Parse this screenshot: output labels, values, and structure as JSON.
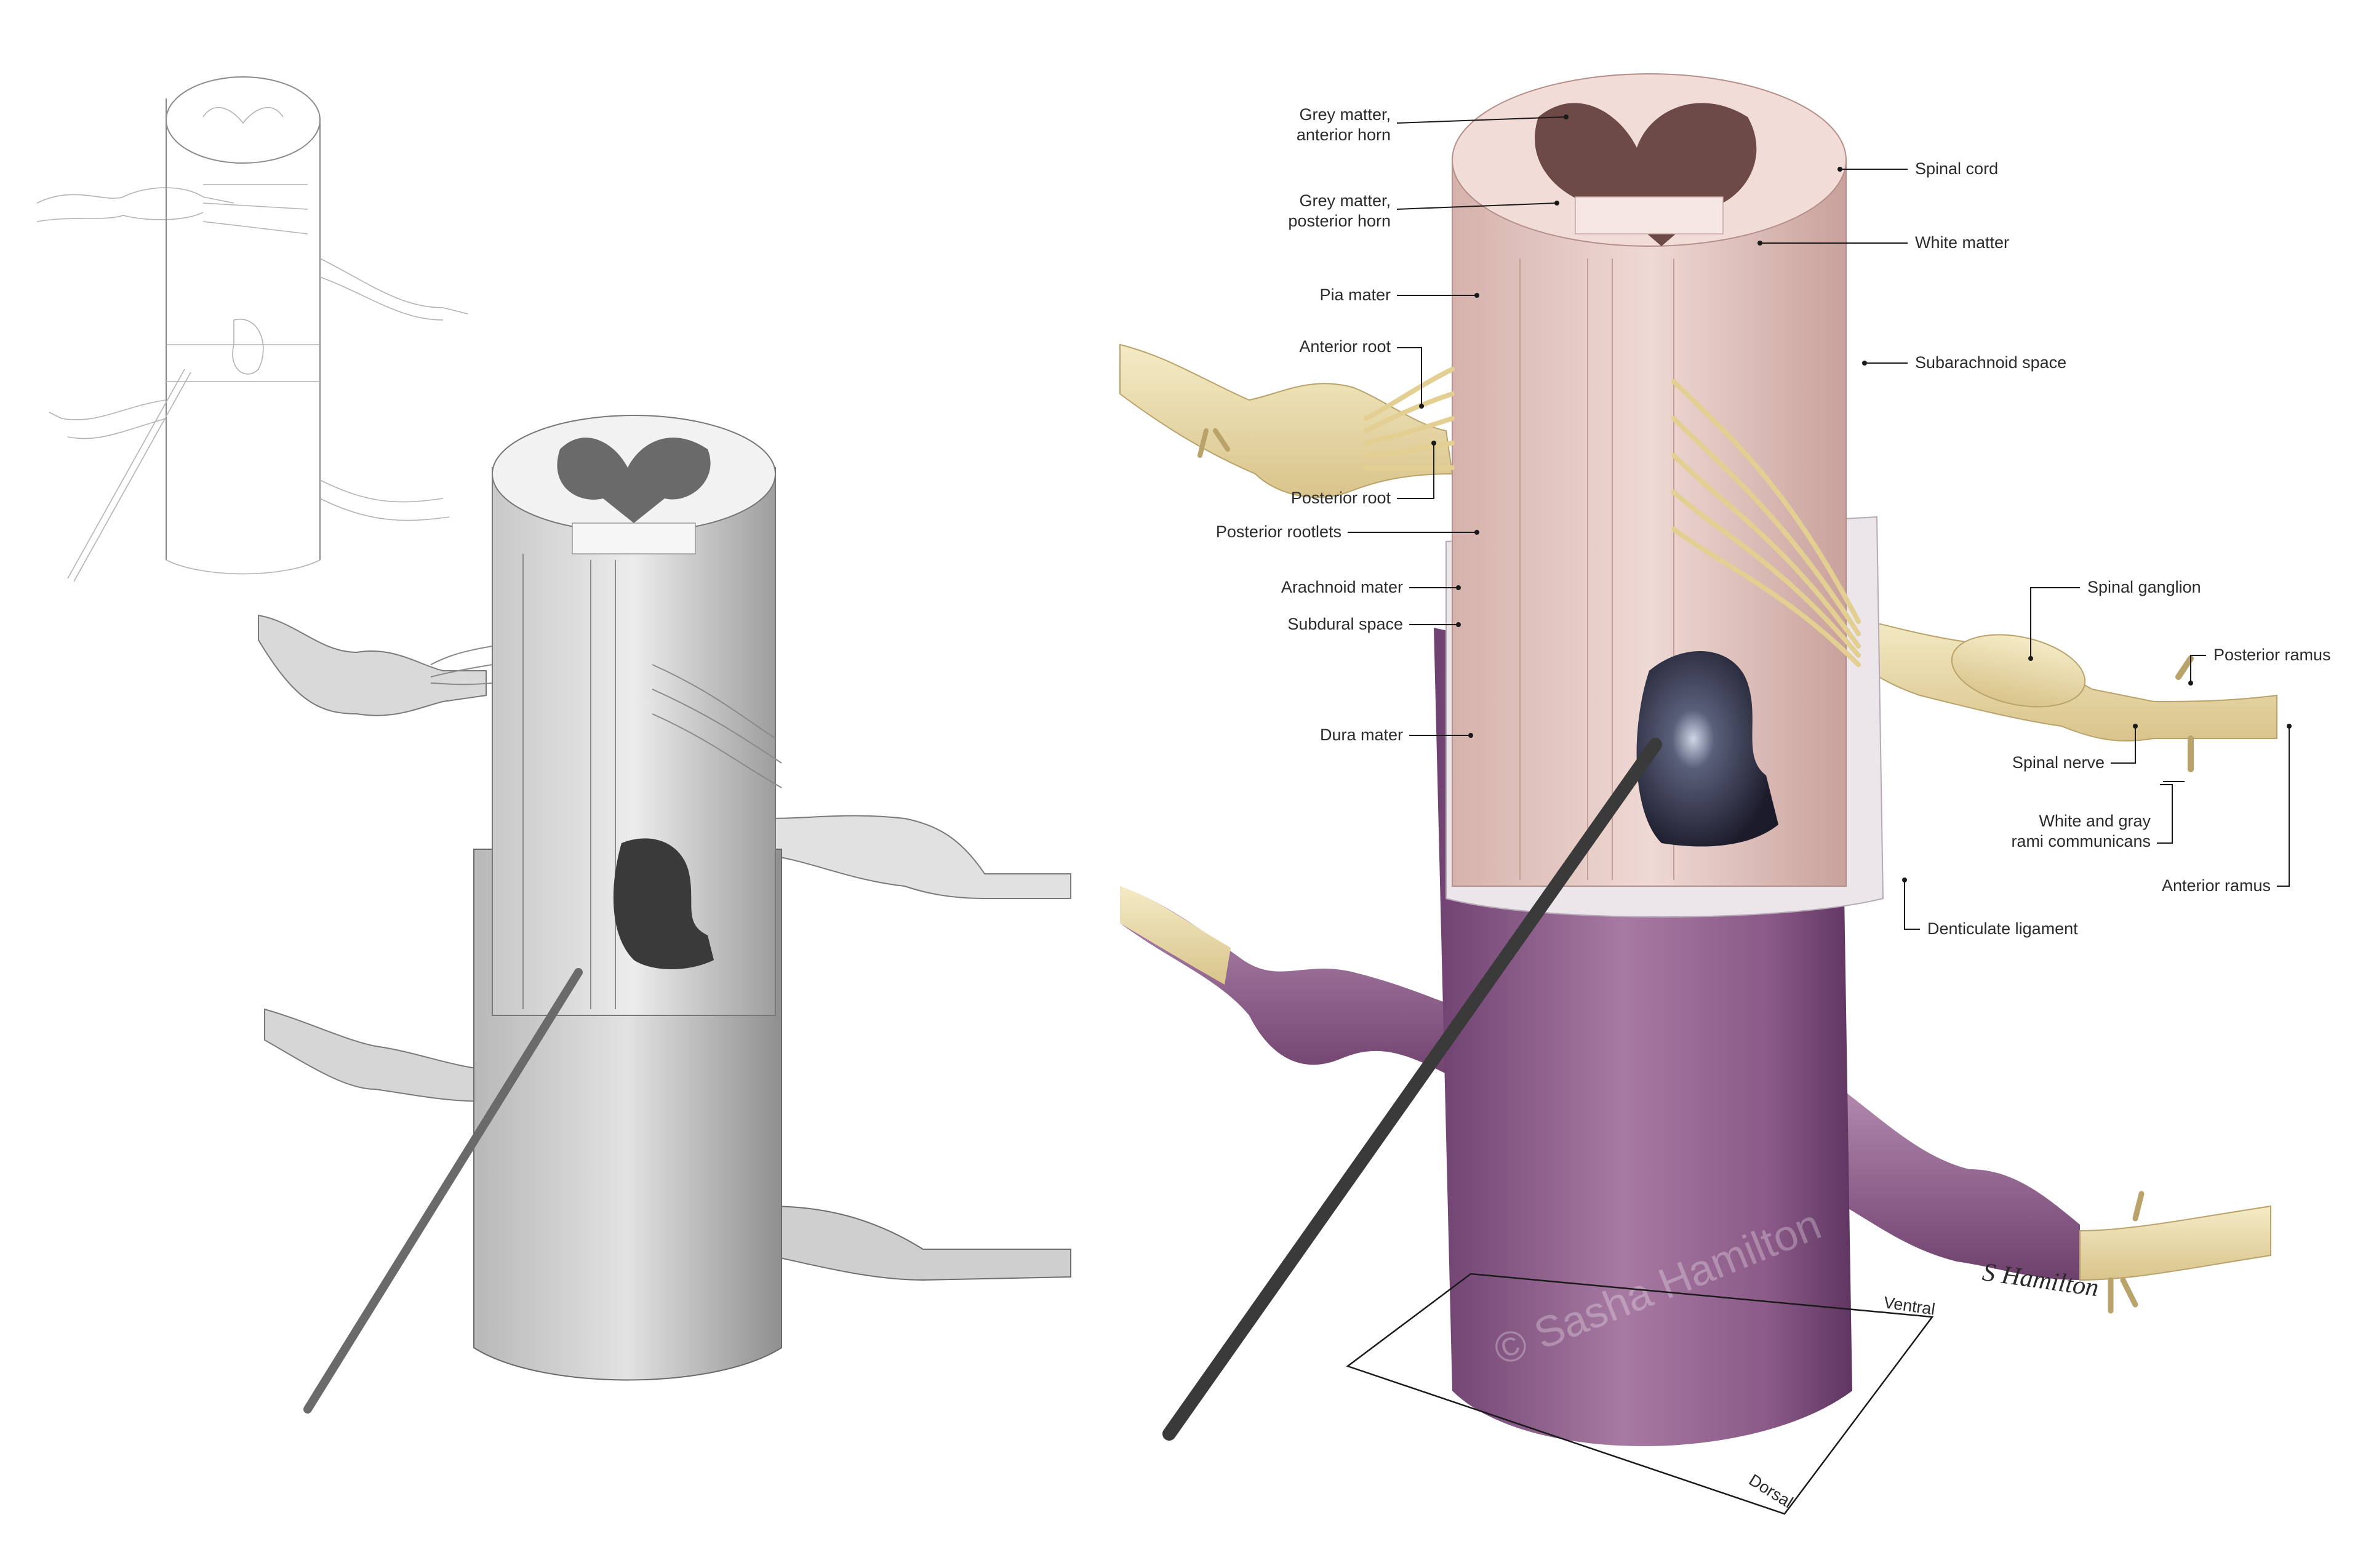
{
  "labels": {
    "grey_anterior_1": "Grey matter,",
    "grey_anterior_2": "anterior horn",
    "grey_posterior_1": "Grey matter,",
    "grey_posterior_2": "posterior horn",
    "pia_mater": "Pia mater",
    "anterior_root": "Anterior root",
    "posterior_root": "Posterior root",
    "posterior_rootlets": "Posterior rootlets",
    "arachnoid_mater": "Arachnoid mater",
    "subdural_space": "Subdural space",
    "dura_mater": "Dura mater",
    "spinal_cord": "Spinal cord",
    "white_matter": "White matter",
    "subarachnoid_space": "Subarachnoid space",
    "spinal_ganglion": "Spinal ganglion",
    "posterior_ramus": "Posterior ramus",
    "spinal_nerve": "Spinal nerve",
    "rami_1": "White and gray",
    "rami_2": "rami communicans",
    "anterior_ramus": "Anterior ramus",
    "denticulate_ligament": "Denticulate ligament",
    "ventral": "Ventral",
    "dorsal": "Dorsal"
  },
  "watermark": "© Sasha Hamilton",
  "signature": "S Hamilton",
  "colors": {
    "dura": "#8a5a86",
    "cord": "#e7c7c2",
    "grey_matter": "#6d4a45",
    "nerve": "#eadcaa",
    "probe": "#3a3a3a"
  }
}
